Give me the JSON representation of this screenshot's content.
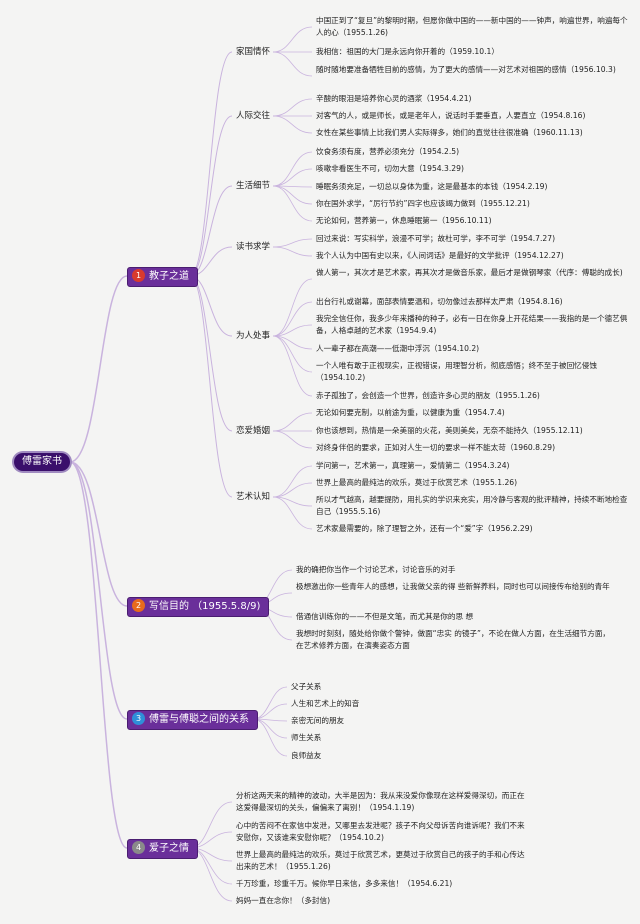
{
  "root": {
    "label": "傅雷家书"
  },
  "branches": [
    {
      "number": "1",
      "title": "教子之道",
      "badge_color": "#d83a2e",
      "subtopics": [
        {
          "label": "家国情怀",
          "items": [
            "中国正到了“复旦”的黎明时期，但愿你做中国的——新中国的——钟声，响遍世界，响遍每个人的心（1955.1.26)",
            "我相信：祖国的大门是永远向你开着的（1959.10.1）",
            "随时随地要准备牺牲目前的感情，为了更大的感情——对艺术对祖国的感情（1956.10.3)"
          ]
        },
        {
          "label": "人际交往",
          "items": [
            "辛酸的眼泪是培养你心灵的酒浆（1954.4.21)",
            "对客气的人，或是师长，或是老年人，说话时手要垂直，人要直立（1954.8.16)",
            "女性在某些事情上比我们男人实际得多，她们的直觉往往很准确（1960.11.13)"
          ]
        },
        {
          "label": "生活细节",
          "items": [
            "饮食务须有度，营养必须充分（1954.2.5)",
            "咳嗽非看医生不可，切勿大意（1954.3.29)",
            "睡眠务须充足，一切总以身体为重，这是最基本的本钱（1954.2.19)",
            "你在国外求学，“厉行节约”四字也应该竭力做到（1955.12.21)",
            "无论如何，营养第一，休息睡眠第一（1956.10.11)"
          ]
        },
        {
          "label": "读书求学",
          "items": [
            "回过来说：写实科学，浪漫不可学；故杜可学，李不可学（1954.7.27)",
            "我个人认为中国有史以来，《人间词话》是最好的文学批评（1954.12.27)"
          ]
        },
        {
          "label": "为人处事",
          "items": [
            "做人第一，其次才是艺术家，再其次才是做音乐家，最后才是做钢琴家（代序：傅聪的成长)",
            "出台行礼或谢幕，面部表情要温和，切勿像过去那样太严肃（1954.8.16)",
            "我完全信任你，我多少年来播种的种子，必有一日在你身上开花结果——我指的是一个德艺俱备，人格卓越的艺术家（1954.9.4)",
            "人一辈子都在高潮——低潮中浮沉（1954.10.2)",
            "一个人唯有敢于正视现实，正视错误，用理智分析，彻底感悟；终不至于被回忆侵蚀（1954.10.2)",
            "赤子孤独了，会创造一个世界，创造许多心灵的朋友（1955.1.26)"
          ]
        },
        {
          "label": "恋爱婚姻",
          "items": [
            "无论如何要克制，以前途为重，以健康为重（1954.7.4)",
            "你也该想到，热情是一朵美丽的火花，美则美矣，无奈不能持久（1955.12.11)",
            "对终身伴侣的要求，正如对人生一切的要求一样不能太苛（1960.8.29)"
          ]
        },
        {
          "label": "艺术认知",
          "items": [
            "学问第一，艺术第一，真理第一，爱情第二（1954.3.24)",
            "世界上最高的最纯洁的欢乐，莫过于欣赏艺术（1955.1.26)",
            "所以才气越高，越要提防，用扎实的学识来充实，用冷静与客观的批评精神，持续不断地检查自己（1955.5.16)",
            "艺术家最需要的，除了理智之外，还有一个“爱”字（1956.2.29)"
          ]
        }
      ]
    },
    {
      "number": "2",
      "title": "写信目的 （1955.5.8/9)",
      "badge_color": "#e86a1c",
      "items": [
        "我的确把你当作一个讨论艺术，讨论音乐的对手",
        "极想激出你一些青年人的感想，让我做父亲的得 些新鲜养料，同时也可以间接传布给别的青年",
        "借通信训练你的——不但是文笔，而尤其是你的思 想",
        "我想时时刻刻，随处给你做个警钟，做面“忠实 的镜子”，不论在做人方面，在生活细节方面，在艺术修养方面，在演奏姿态方面"
      ]
    },
    {
      "number": "3",
      "title": "傅雷与傅聪之间的关系",
      "badge_color": "#2f8fd8",
      "items": [
        "父子关系",
        "人生和艺术上的知音",
        "亲密无间的朋友",
        "师生关系",
        "良师益友"
      ]
    },
    {
      "number": "4",
      "title": "爱子之情",
      "badge_color": "#8a8a8a",
      "items": [
        "分析这两天来的精神的波动，大半是因为：我从来没爱你像现在这样爱得深切，而正在这爱得最深切的关头，偏偏来了离别！（1954.1.19)",
        "心中的苦闷不在家信中发泄，又哪里去发泄呢？孩子不向父母诉苦向谁诉呢？我们不来安慰你，又该谁来安慰你呢？（1954.10.2)",
        "世界上最高的最纯洁的欢乐，莫过于欣赏艺术，更莫过于欣赏自己的孩子的手和心传达出来的艺术！（1955.1.26)",
        "千万珍重，珍重千万。候你早日来信，多多来信！（1954.6.21)",
        "妈妈一直在念你！（多封信)"
      ]
    }
  ]
}
